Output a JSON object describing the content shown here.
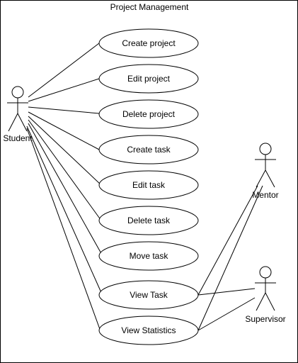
{
  "system": {
    "title": "Project Management"
  },
  "actors": [
    {
      "id": "student",
      "label": "Student"
    },
    {
      "id": "mentor",
      "label": "Mentor"
    },
    {
      "id": "supervisor",
      "label": "Supervisor"
    }
  ],
  "use_cases": [
    {
      "id": "create-project",
      "label": "Create project"
    },
    {
      "id": "edit-project",
      "label": "Edit project"
    },
    {
      "id": "delete-project",
      "label": "Delete project"
    },
    {
      "id": "create-task",
      "label": "Create task"
    },
    {
      "id": "edit-task",
      "label": "Edit task"
    },
    {
      "id": "delete-task",
      "label": "Delete task"
    },
    {
      "id": "move-task",
      "label": "Move task"
    },
    {
      "id": "view-task",
      "label": "View Task"
    },
    {
      "id": "view-statistics",
      "label": "View Statistics"
    }
  ],
  "associations": [
    {
      "actor": "student",
      "use_case": "create-project"
    },
    {
      "actor": "student",
      "use_case": "edit-project"
    },
    {
      "actor": "student",
      "use_case": "delete-project"
    },
    {
      "actor": "student",
      "use_case": "create-task"
    },
    {
      "actor": "student",
      "use_case": "edit-task"
    },
    {
      "actor": "student",
      "use_case": "delete-task"
    },
    {
      "actor": "student",
      "use_case": "move-task"
    },
    {
      "actor": "student",
      "use_case": "view-task"
    },
    {
      "actor": "student",
      "use_case": "view-statistics"
    },
    {
      "actor": "mentor",
      "use_case": "view-task"
    },
    {
      "actor": "mentor",
      "use_case": "view-statistics"
    },
    {
      "actor": "supervisor",
      "use_case": "view-task"
    },
    {
      "actor": "supervisor",
      "use_case": "view-statistics"
    }
  ]
}
